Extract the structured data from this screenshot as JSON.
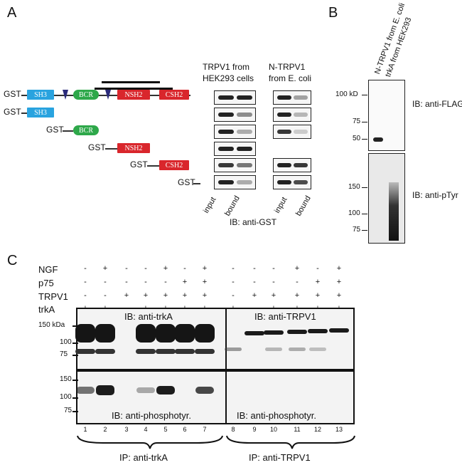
{
  "panels": {
    "A": "A",
    "B": "B",
    "C": "C"
  },
  "panelA": {
    "constructs": [
      {
        "label": "GST",
        "domains": [
          "SH3",
          "BCR",
          "NSH2",
          "CSH2"
        ]
      },
      {
        "label": "GST",
        "domains": [
          "SH3"
        ]
      },
      {
        "label": "GST",
        "domains": [
          "BCR"
        ]
      },
      {
        "label": "GST",
        "domains": [
          "NSH2"
        ]
      },
      {
        "label": "GST",
        "domains": [
          "CSH2"
        ]
      },
      {
        "label": "GST",
        "domains": []
      }
    ],
    "domain_colors": {
      "SH3": "#29a3df",
      "BCR": "#2ea84a",
      "NSH2": "#d9262c",
      "CSH2": "#d9262c"
    },
    "col1_title": [
      "TRPV1 from",
      "HEK293 cells"
    ],
    "col2_title": [
      "N-TRPV1",
      "from E. coli"
    ],
    "lane_labels": [
      "input",
      "bound"
    ],
    "ib": "IB: anti-GST"
  },
  "panelB": {
    "lane_titles": [
      "N-TRPV1 from E. coli",
      "trkA from HEK293"
    ],
    "top_markers": [
      "100 kD",
      "75",
      "50"
    ],
    "bottom_markers": [
      "150",
      "100",
      "75"
    ],
    "ib_top": "IB: anti-FLAG",
    "ib_bottom": "IB: anti-pTyr"
  },
  "panelC": {
    "row_labels": [
      "NGF",
      "p75",
      "TRPV1",
      "trkA"
    ],
    "signs": [
      [
        "-",
        "+",
        "-",
        "-",
        "+",
        "-",
        "+",
        "-",
        "-",
        "-",
        "+",
        "-",
        "+"
      ],
      [
        "-",
        "-",
        "-",
        "-",
        "-",
        "+",
        "+",
        "-",
        "-",
        "-",
        "-",
        "+",
        "+"
      ],
      [
        "-",
        "-",
        "+",
        "+",
        "+",
        "+",
        "+",
        "-",
        "+",
        "+",
        "+",
        "+",
        "+"
      ],
      [
        "+",
        "+",
        "-",
        "+",
        "+",
        "+",
        "+",
        "+",
        "-",
        "+",
        "+",
        "+",
        "+"
      ]
    ],
    "top_markers": [
      "150 kDa",
      "100",
      "75"
    ],
    "bottom_markers": [
      "150",
      "100",
      "75"
    ],
    "ib_trkA": "IB: anti-trkA",
    "ib_trpv1": "IB: anti-TRPV1",
    "ib_phospho_left": "IB: anti-phosphotyr.",
    "ib_phospho_right": "IB: anti-phosphotyr.",
    "lanes": [
      "1",
      "2",
      "3",
      "4",
      "5",
      "6",
      "7",
      "8",
      "9",
      "10",
      "11",
      "12",
      "13"
    ],
    "ip_left": "IP: anti-trkA",
    "ip_right": "IP: anti-TRPV1"
  }
}
